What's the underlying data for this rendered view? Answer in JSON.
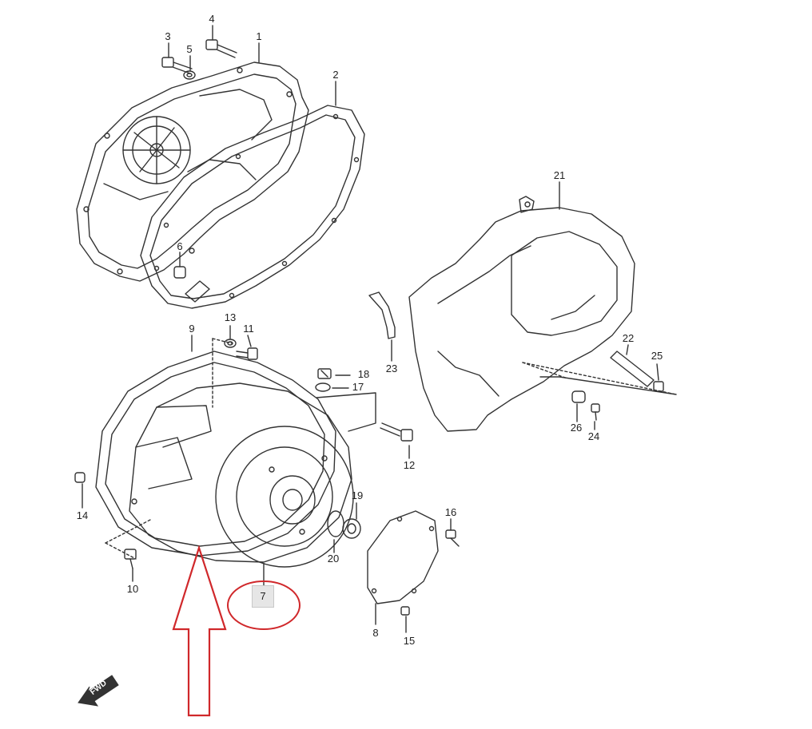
{
  "diagram": {
    "part_numbers": [
      "1",
      "2",
      "3",
      "4",
      "5",
      "6",
      "8",
      "9",
      "10",
      "11",
      "12",
      "13",
      "14",
      "15",
      "16",
      "17",
      "18",
      "19",
      "20",
      "21",
      "22",
      "23",
      "24",
      "25",
      "26"
    ],
    "highlighted_part": "7",
    "fwd_label": "FWD",
    "colors": {
      "line": "#333333",
      "highlight_circle": "#d0282b",
      "highlight_arrow": "#d0282b",
      "highlight_box_fill": "#e6e6e6"
    }
  }
}
